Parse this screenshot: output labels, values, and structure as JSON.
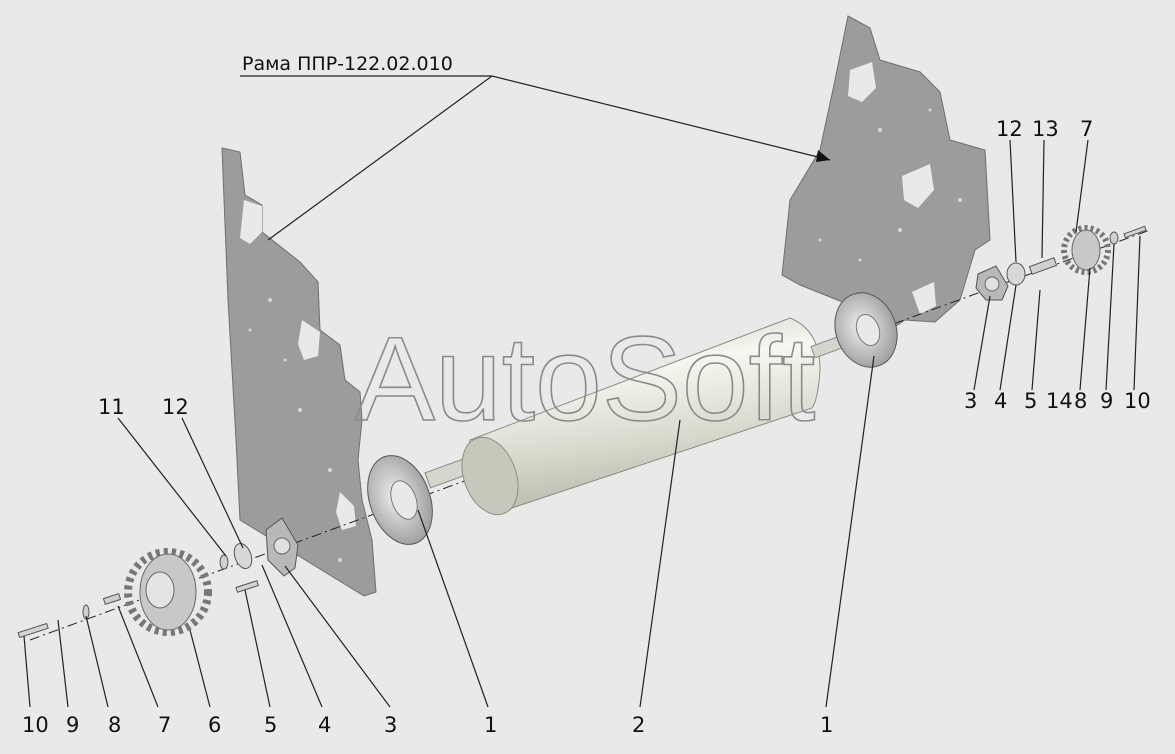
{
  "title": "Рама ППР-122.02.010",
  "watermark": "AutoSoft",
  "colors": {
    "background": "#e9e9e9",
    "plate": "#9c9c9c",
    "roller": "#e4e6dc",
    "line": "#222222"
  },
  "left_labels": [
    "11",
    "12"
  ],
  "bottom_labels": [
    "10",
    "9",
    "8",
    "7",
    "6",
    "5",
    "4",
    "3",
    "1",
    "2",
    "1"
  ],
  "right_top_labels": [
    "12",
    "13",
    "7"
  ],
  "right_labels": [
    "3",
    "4",
    "5",
    "14",
    "8",
    "9",
    "10"
  ]
}
